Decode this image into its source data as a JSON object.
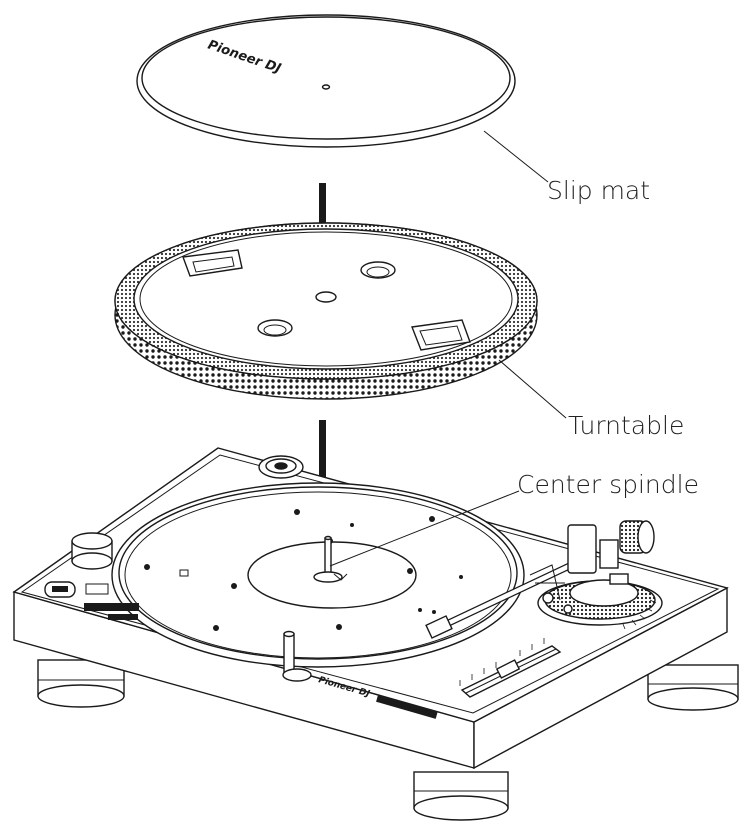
{
  "labels": {
    "slip_mat": "Slip mat",
    "turntable": "Turntable",
    "center_spindle": "Center spindle"
  },
  "mat_logo": "Pioneer DJ",
  "unit_brand": "Pioneer DJ",
  "colors": {
    "line": "#1a1a1a",
    "background": "#ffffff",
    "label": "#222222"
  }
}
